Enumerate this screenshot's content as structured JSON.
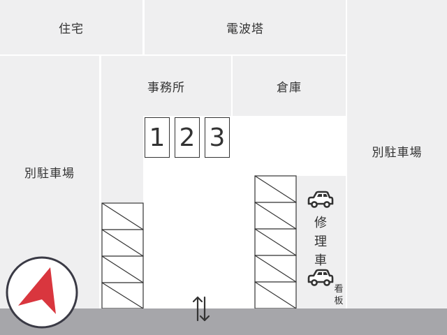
{
  "labels": {
    "housing": "住宅",
    "radio_tower": "電波塔",
    "office": "事務所",
    "warehouse": "倉庫",
    "other_parking_left": "別駐車場",
    "other_parking_right": "別駐車場",
    "repair_cars": [
      "修",
      "理",
      "車"
    ],
    "signboard": [
      "看",
      "板"
    ]
  },
  "parking_slots": [
    "1",
    "2",
    "3"
  ],
  "icons": {
    "compass": "north-arrow-icon",
    "car": "car-icon",
    "entrance": "two-way-arrow-icon"
  },
  "colors": {
    "building": "#efeff0",
    "road": "#a6a6aa",
    "lines": "#333333",
    "compass_arrow": "#d9363e",
    "compass_ring": "#3a3a45"
  }
}
